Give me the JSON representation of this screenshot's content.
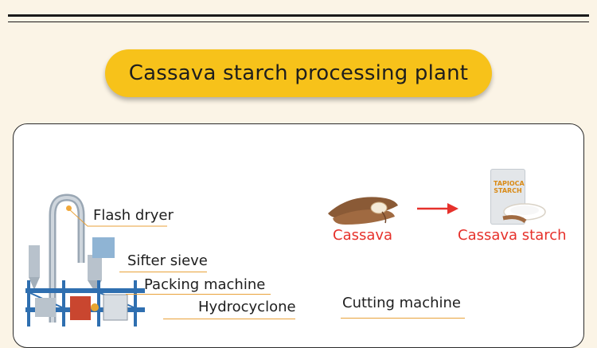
{
  "page": {
    "title": "Cassava starch processing plant"
  },
  "labels": {
    "flash_dryer": "Flash dryer",
    "sifter_sieve": "Sifter sieve",
    "packing_machine": "Packing machine",
    "hydrocyclone": "Hydrocyclone",
    "cutting_machine": "Cutting machine"
  },
  "products": {
    "input": "Cassava",
    "output": "Cassava starch",
    "package_brand": "TAPIOCA STARCH"
  },
  "colors": {
    "accent": "#f7c21a",
    "arrow": "#e6312b",
    "caption": "#e6312b",
    "leader": "#e9a23a"
  }
}
